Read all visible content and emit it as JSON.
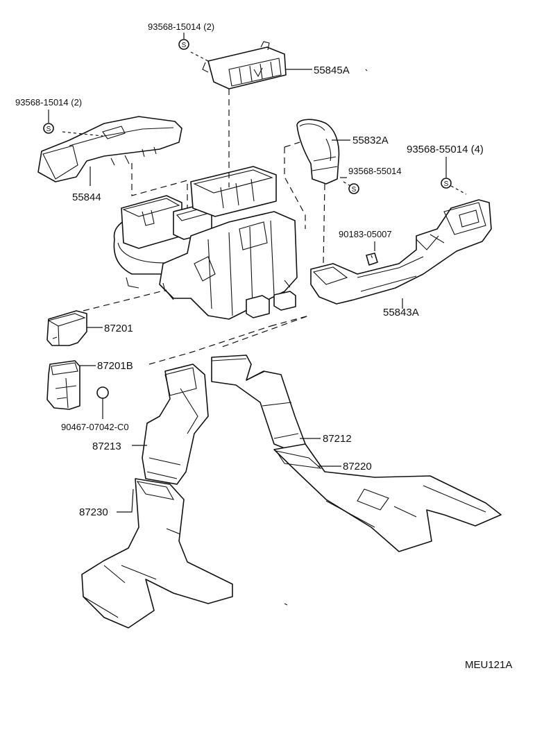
{
  "labels": {
    "p93568_15014_top": "93568-15014 (2)",
    "p55845A": "55845A",
    "p93568_15014_left": "93568-15014 (2)",
    "p55844": "55844",
    "p55832A": "55832A",
    "p93568_55014_4": "93568-55014 (4)",
    "p93568_55014": "93568-55014",
    "p90183_05007": "90183-05007",
    "p55843A": "55843A",
    "p87201": "87201",
    "p87201B": "87201B",
    "p90467_07042_C0": "90467-07042-C0",
    "p87212": "87212",
    "p87213": "87213",
    "p87220": "87220",
    "p87230": "87230",
    "code": "MEU121A"
  },
  "symbols": {
    "screw_symbol": "S"
  },
  "colors": {
    "ink": "#111111",
    "paper": "#ffffff"
  }
}
